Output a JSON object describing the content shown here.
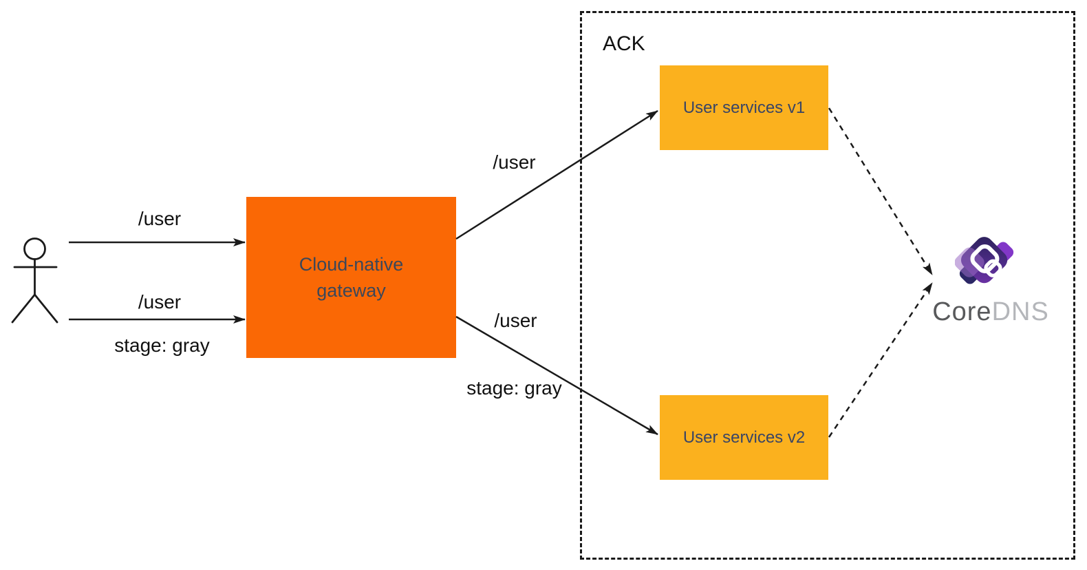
{
  "diagram": {
    "actor": {
      "icon": "stick-figure"
    },
    "edges": {
      "user_to_gateway_top": {
        "label": "/user"
      },
      "user_to_gateway_bottom": {
        "label": "/user",
        "sublabel": "stage: gray"
      },
      "gateway_to_v1": {
        "label": "/user"
      },
      "gateway_to_v2": {
        "label": "/user",
        "sublabel": "stage: gray"
      }
    },
    "gateway": {
      "label": "Cloud-native gateway"
    },
    "ack": {
      "label": "ACK",
      "services": [
        {
          "label": "User services v1"
        },
        {
          "label": "User services v2"
        }
      ]
    },
    "coredns": {
      "icon": "chain-link-diamond",
      "name_primary": "Core",
      "name_secondary": "DNS"
    },
    "colors": {
      "gateway_fill": "#FA6805",
      "service_fill": "#FBB11E",
      "gateway_text": "#3C4759",
      "service_text": "#3A4565",
      "line": "#1A1A1A",
      "label_text": "#111111",
      "coredns_dark_purple": "#33295F",
      "coredns_purple": "#7A3BB5",
      "coredns_nub_navy": "#2C2766",
      "coredns_nub_violet": "#8237C8",
      "coredns_text_primary": "#58595B",
      "coredns_text_secondary": "#B4B6BA"
    }
  }
}
